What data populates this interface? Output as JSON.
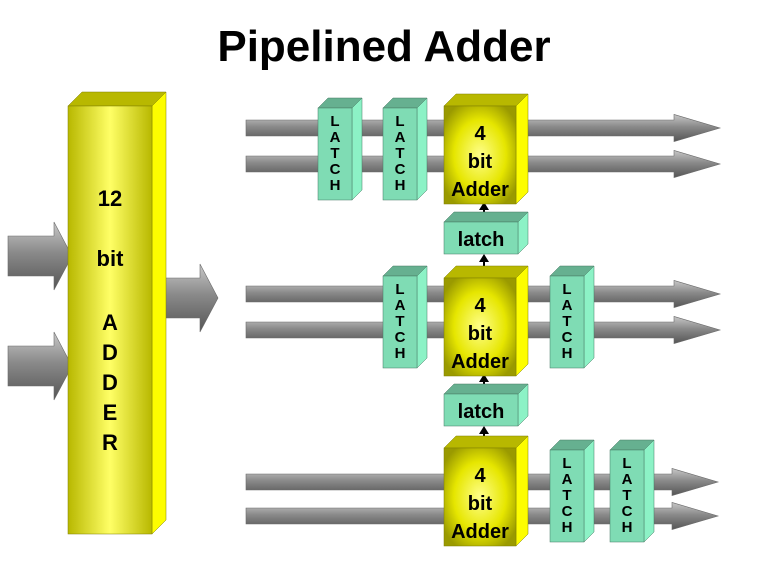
{
  "title": "Pipelined Adder",
  "big_adder": {
    "lines": [
      "12",
      "bit",
      "A",
      "D",
      "D",
      "E",
      "R"
    ]
  },
  "latch_vertical_letters": [
    "L",
    "A",
    "T",
    "C",
    "H"
  ],
  "adder_4bit_lines": [
    "4",
    "bit",
    "Adder"
  ],
  "carry_latch_label": "latch",
  "colors": {
    "adder_yellow": "#e6e600",
    "latch_green": "#7fdcb4",
    "arrow_gray": "#7a7a7a"
  }
}
